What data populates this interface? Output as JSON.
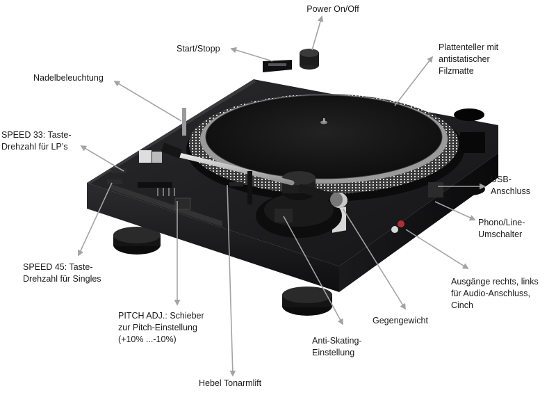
{
  "colors": {
    "background": "#ffffff",
    "body": "#1c1c1e",
    "arrow": "#a3a3a3",
    "platter_mat": "#161616",
    "strobe_ring": "#8a8a8a",
    "label_text": "#1a1a1a"
  },
  "labels": {
    "power": [
      "Power On/Off"
    ],
    "start_stop": [
      "Start/Stopp"
    ],
    "platter": [
      "Plattenteller mit",
      "antistatischer",
      "Filzmatte"
    ],
    "needle_light": [
      "Nadelbeleuchtung"
    ],
    "speed33": [
      "SPEED 33: Taste-",
      "Drehzahl für LP’s"
    ],
    "usb": [
      "USB-",
      "Anschluss"
    ],
    "phono_line": [
      "Phono/Line-",
      "Umschalter"
    ],
    "speed45": [
      "SPEED 45: Taste-",
      "Drehzahl für Singles"
    ],
    "outputs": [
      "Ausgänge rechts, links",
      "für Audio-Anschluss,",
      "Cinch"
    ],
    "pitch": [
      "PITCH ADJ.: Schieber",
      "zur Pitch-Einstellung",
      "(+10% ...-10%)"
    ],
    "counterweight": [
      "Gegengewicht"
    ],
    "anti_skating": [
      "Anti-Skating-",
      "Einstellung"
    ],
    "tonearm_lift": [
      "Hebel Tonarmlift"
    ]
  }
}
